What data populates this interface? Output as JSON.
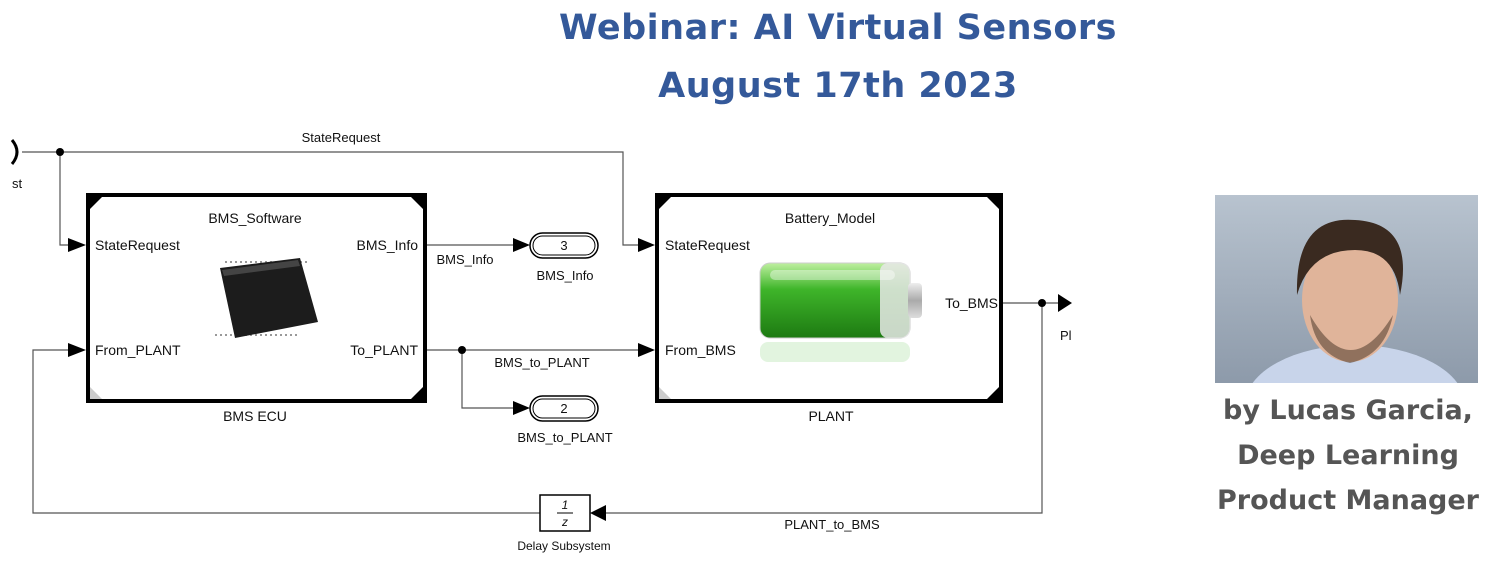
{
  "title": {
    "line1": "Webinar: AI Virtual Sensors",
    "line2": "August 17th 2023"
  },
  "diagram": {
    "input_port_label": "st",
    "state_request_signal": "StateRequest",
    "bms_block": {
      "title": "BMS_Software",
      "name": "BMS ECU",
      "in_ports": [
        "StateRequest",
        "From_PLANT"
      ],
      "out_ports": [
        "BMS_Info",
        "To_PLANT"
      ]
    },
    "plant_block": {
      "title": "Battery_Model",
      "name": "PLANT",
      "in_ports": [
        "StateRequest",
        "From_BMS"
      ],
      "out_ports": [
        "To_BMS"
      ]
    },
    "signals": {
      "bms_info": "BMS_Info",
      "bms_to_plant": "BMS_to_PLANT",
      "plant_to_bms": "PLANT_to_BMS"
    },
    "outport_3": {
      "number": "3",
      "label": "BMS_Info"
    },
    "outport_2": {
      "number": "2",
      "label": "BMS_to_PLANT"
    },
    "output_port_label": "Pl",
    "delay": {
      "numerator": "1",
      "denominator": "z",
      "label": "Delay Subsystem"
    }
  },
  "author": {
    "line1": "by Lucas Garcia,",
    "line2": "Deep Learning",
    "line3": "Product Manager"
  }
}
